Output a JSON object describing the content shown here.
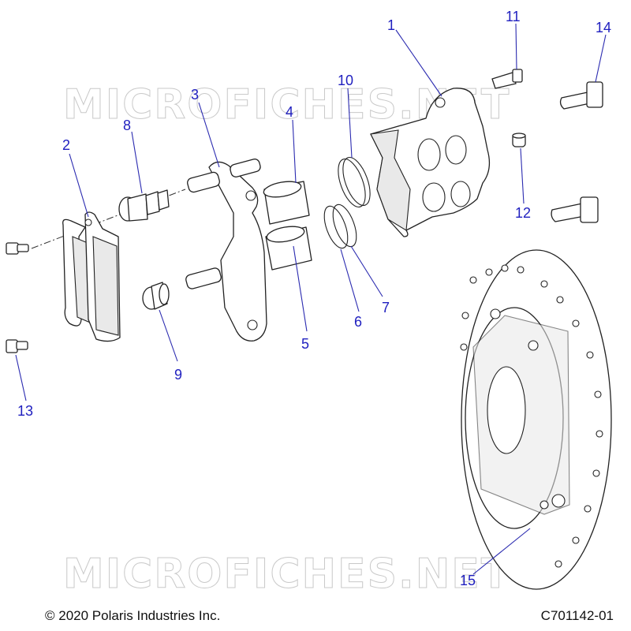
{
  "watermark": "MICROFICHES.NET",
  "callouts": [
    "1",
    "2",
    "3",
    "4",
    "5",
    "6",
    "7",
    "8",
    "9",
    "10",
    "11",
    "12",
    "13",
    "14",
    "15"
  ],
  "footer": {
    "copyright": "© 2020 Polaris Industries Inc.",
    "drawing_id": "C701142-01"
  },
  "colors": {
    "callout": "#1f1fbf",
    "line": "#222222",
    "watermark": "#c9c9c9"
  }
}
